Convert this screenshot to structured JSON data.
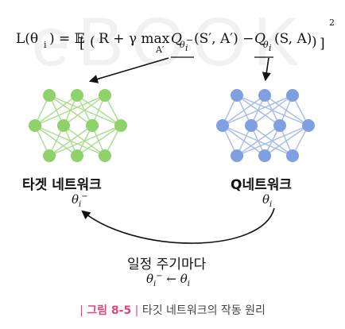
{
  "watermark": "eBOOK",
  "equation": {
    "lhs": "L(θ",
    "lhs_sub": "i",
    "lhs_close": ") = 𝔼",
    "body_r": "R + γ max",
    "max_sub": "A′",
    "q1": "Q",
    "q1_sub": "θ",
    "q1_subsub": "i",
    "q1_sup": "−",
    "q1_args": "(S′, A′) −",
    "q2": "Q",
    "q2_sub": "θ",
    "q2_subsub": "i",
    "q2_args": "(S, A)",
    "power": "2"
  },
  "networks": {
    "target": {
      "label": "타겟 네트워크",
      "param": "θ",
      "param_sub": "i",
      "param_sup": "−",
      "color": "#8fd16a",
      "edge_color": "#a9dc8c"
    },
    "q": {
      "label": "Q네트워크",
      "param": "θ",
      "param_sub": "i",
      "color": "#7f9fe0",
      "edge_color": "#a4bbec"
    }
  },
  "update": {
    "label": "일정 주기마다",
    "formula_lhs": "θ",
    "formula_lhs_sub": "i",
    "formula_lhs_sup": "−",
    "arrow": "←",
    "formula_rhs": "θ",
    "formula_rhs_sub": "i"
  },
  "caption": {
    "bar_left": "|",
    "figure": "그림 8-5",
    "bar_right": "|",
    "text": "타깃 네트워크의 작동 원리"
  }
}
